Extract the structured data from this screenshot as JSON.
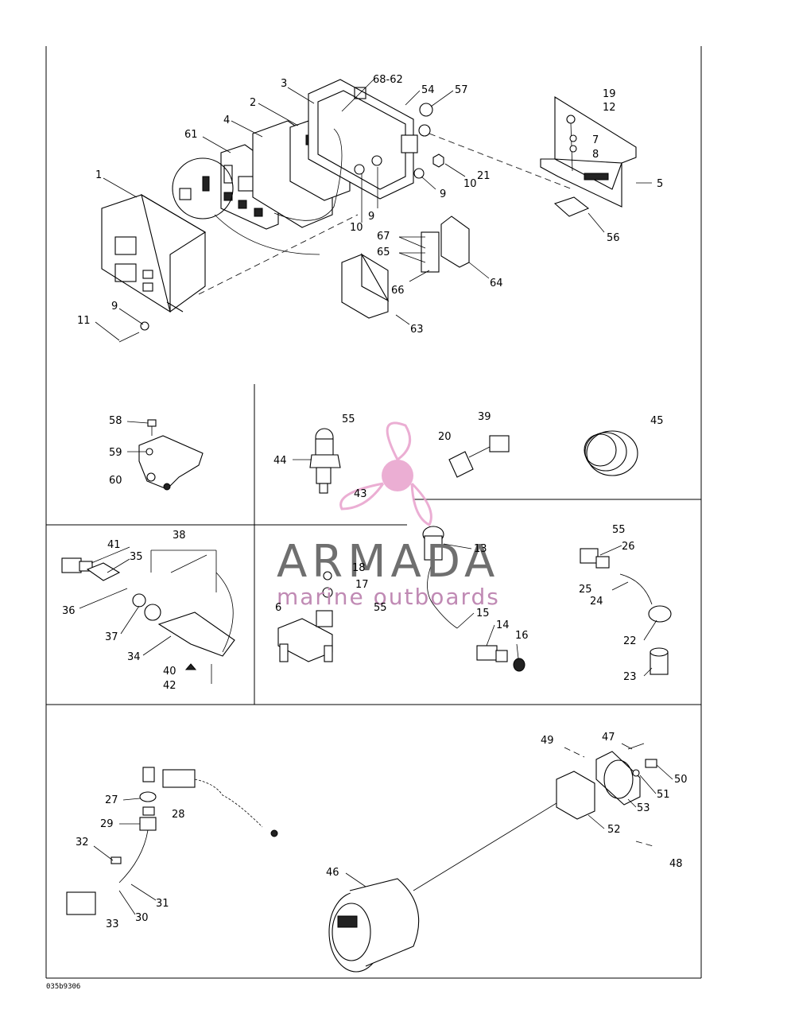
{
  "callouts": {
    "c1": "1",
    "c2": "2",
    "c3": "3",
    "c4": "4",
    "c5": "5",
    "c6": "6",
    "c7": "7",
    "c8": "8",
    "c9a": "9",
    "c9b": "9",
    "c9c": "9",
    "c10a": "10",
    "c10b": "10",
    "c11": "11",
    "c12": "12",
    "c13": "13",
    "c14": "14",
    "c15": "15",
    "c16": "16",
    "c17": "17",
    "c18": "18",
    "c19": "19",
    "c20": "20",
    "c21": "21",
    "c22": "22",
    "c23": "23",
    "c24": "24",
    "c25": "25",
    "c26": "26",
    "c27": "27",
    "c28": "28",
    "c29": "29",
    "c30": "30",
    "c31": "31",
    "c32": "32",
    "c33": "33",
    "c34": "34",
    "c35": "35",
    "c36": "36",
    "c37": "37",
    "c38": "38",
    "c39": "39",
    "c40": "40",
    "c41": "41",
    "c42": "42",
    "c43": "43",
    "c44": "44",
    "c45": "45",
    "c46": "46",
    "c47": "47",
    "c48": "48",
    "c49": "49",
    "c50": "50",
    "c51": "51",
    "c52": "52",
    "c53": "53",
    "c54": "54",
    "c55a": "55",
    "c55b": "55",
    "c55c": "55",
    "c56": "56",
    "c57": "57",
    "c58": "58",
    "c59": "59",
    "c60": "60",
    "c61": "61",
    "c6862": "68-62",
    "c63": "63",
    "c64": "64",
    "c65": "65",
    "c66": "66",
    "c67": "67"
  },
  "watermark": {
    "brand": "ARMADA",
    "tagline": "marine outboards"
  },
  "footer": {
    "code": "035b9306"
  },
  "colors": {
    "line": "#000000",
    "watermark_text": "#6f6f6f",
    "watermark_accent": "#e8a0cc"
  }
}
